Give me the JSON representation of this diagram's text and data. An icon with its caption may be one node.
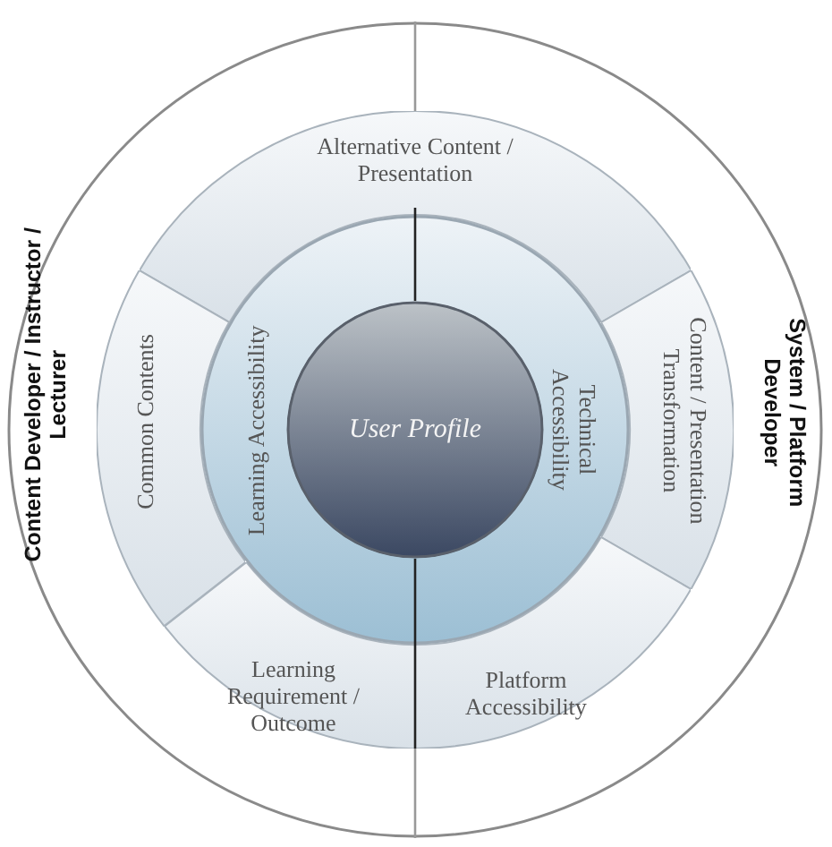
{
  "diagram": {
    "nodes": [
      {
        "text": [
          "Content Developer / Instructor / Lecturer",
          "System / Platform Developer"
        ]
      },
      {
        "text": [
          "Alternative Content / Presentation"
        ],
        "in": 0
      },
      {
        "text": [
          "Common Contents"
        ],
        "in": 0
      },
      {
        "text": [
          "Content / Presentation Transformation"
        ],
        "in": 0
      },
      {
        "text": [
          "Learning Requirement / Outcome"
        ],
        "in": 0
      },
      {
        "text": [
          "Platform Accessibility"
        ],
        "in": 0
      },
      {
        "text": [
          "Learning Accessibility",
          "Technical Accessibility"
        ],
        "in": 0
      },
      {
        "text": [
          "User Profile"
        ],
        "in": 6
      }
    ]
  }
}
